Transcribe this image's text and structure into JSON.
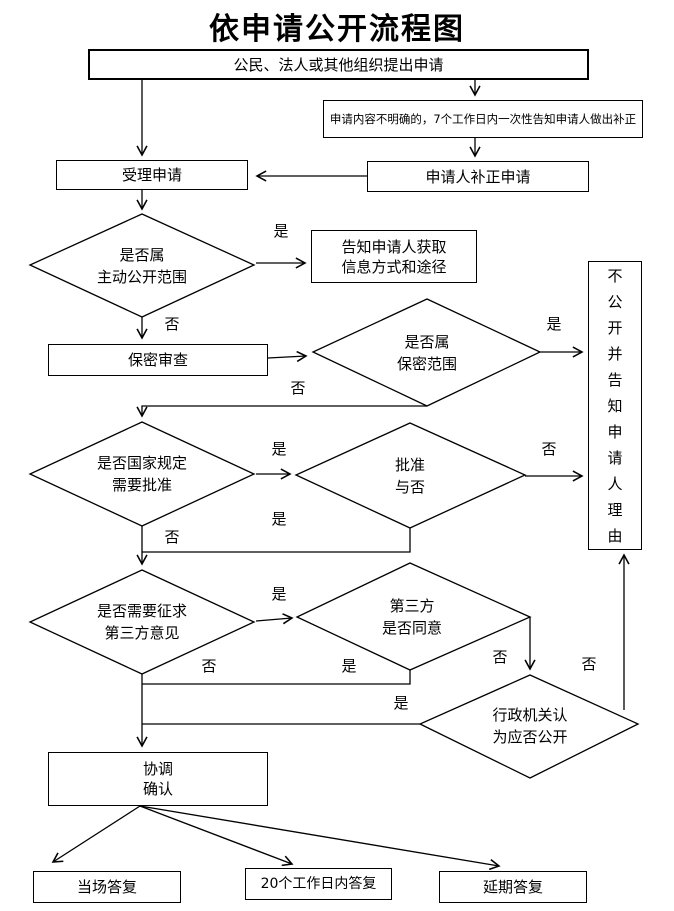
{
  "title": "依申请公开流程图",
  "labels": {
    "yes": "是",
    "no": "否"
  },
  "colors": {
    "line": "#000000",
    "background": "#ffffff",
    "text": "#000000"
  },
  "nodes": {
    "apply": {
      "label": "公民、法人或其他组织提出申请"
    },
    "note": {
      "label": "申请内容不明确的，7个工作日内一次性告知申请人做出补正"
    },
    "accept": {
      "label": "受理申请"
    },
    "supplement": {
      "label": "申请人补正申请"
    },
    "d_proactive": {
      "line1": "是否属",
      "line2": "主动公开范围"
    },
    "inform": {
      "line1": "告知申请人获取",
      "line2": "信息方式和途径"
    },
    "secrecy": {
      "label": "保密审查"
    },
    "d_secret": {
      "line1": "是否属",
      "line2": "保密范围"
    },
    "no_disclose": {
      "label": "不公开并告知申请人理由"
    },
    "d_approval": {
      "line1": "是否国家规定",
      "line2": "需要批准"
    },
    "d_approved": {
      "line1": "批准",
      "line2": "与否"
    },
    "d_thirdparty": {
      "line1": "是否需要征求",
      "line2": "第三方意见"
    },
    "d_agree": {
      "line1": "第三方",
      "line2": "是否同意"
    },
    "d_admin": {
      "line1": "行政机关认",
      "line2": "为应否公开"
    },
    "coordinate": {
      "line1": "协调",
      "line2": "确认"
    },
    "onspot": {
      "label": "当场答复"
    },
    "in20days": {
      "label": "20个工作日内答复"
    },
    "delayed": {
      "label": "延期答复"
    }
  }
}
